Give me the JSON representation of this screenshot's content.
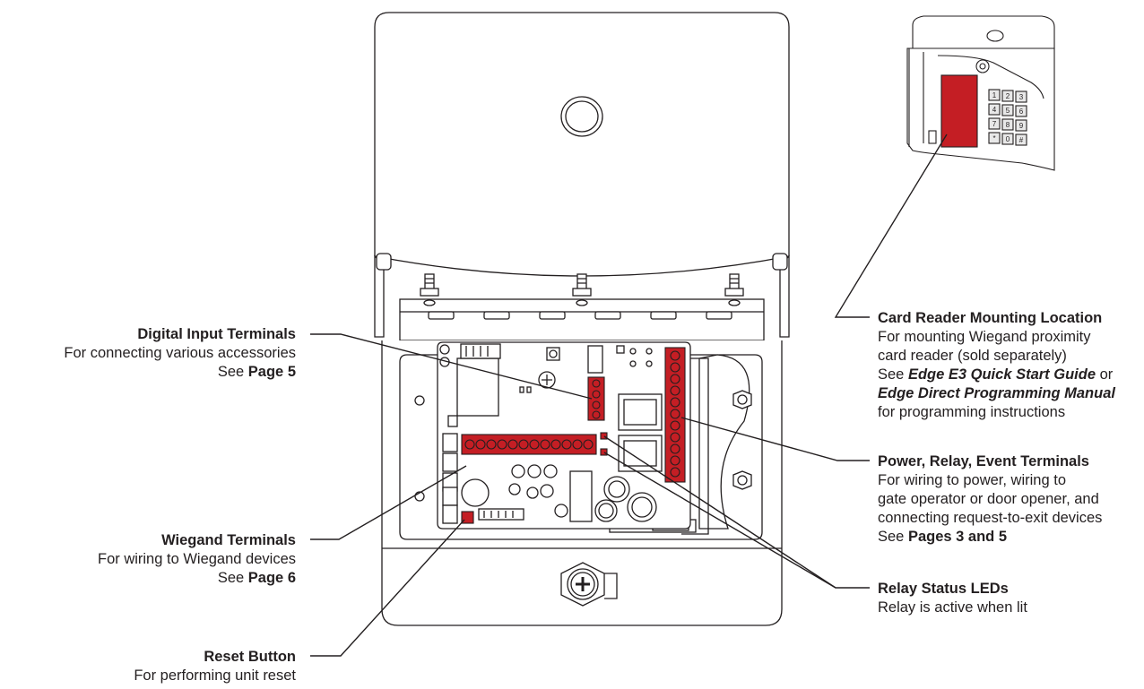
{
  "colors": {
    "highlight": "#c41e24",
    "outline": "#231f20",
    "body_fill": "#ffffff",
    "text": "#231f20"
  },
  "callouts": {
    "digital_input": {
      "title": "Digital Input Terminals",
      "line1": "For connecting various accessories",
      "line2_prefix": "See ",
      "line2_bold": "Page 5"
    },
    "wiegand": {
      "title": "Wiegand Terminals",
      "line1": "For wiring to Wiegand devices",
      "line2_prefix": "See ",
      "line2_bold": "Page 6"
    },
    "reset": {
      "title": "Reset Button",
      "line1": "For performing unit reset"
    },
    "card_reader": {
      "title": "Card Reader Mounting Location",
      "line1": "For mounting Wiegand proximity",
      "line2": "card reader (sold separately)",
      "line3_prefix": "See ",
      "line3_em": "Edge E3 Quick Start Guide",
      "line3_suffix": " or",
      "line4_em": "Edge Direct Programming Manual",
      "line5": "for programming instructions"
    },
    "power_relay": {
      "title": "Power, Relay, Event Terminals",
      "line1": "For wiring to power, wiring to",
      "line2": "gate operator or door opener, and",
      "line3": "connecting request-to-exit devices",
      "line4_prefix": "See ",
      "line4_bold": "Pages 3 and 5"
    },
    "relay_leds": {
      "title": "Relay Status LEDs",
      "line1": "Relay is active when lit"
    }
  },
  "keypad_keys": [
    "1",
    "2",
    "3",
    "4",
    "5",
    "6",
    "7",
    "8",
    "9",
    "*",
    "0",
    "#"
  ]
}
